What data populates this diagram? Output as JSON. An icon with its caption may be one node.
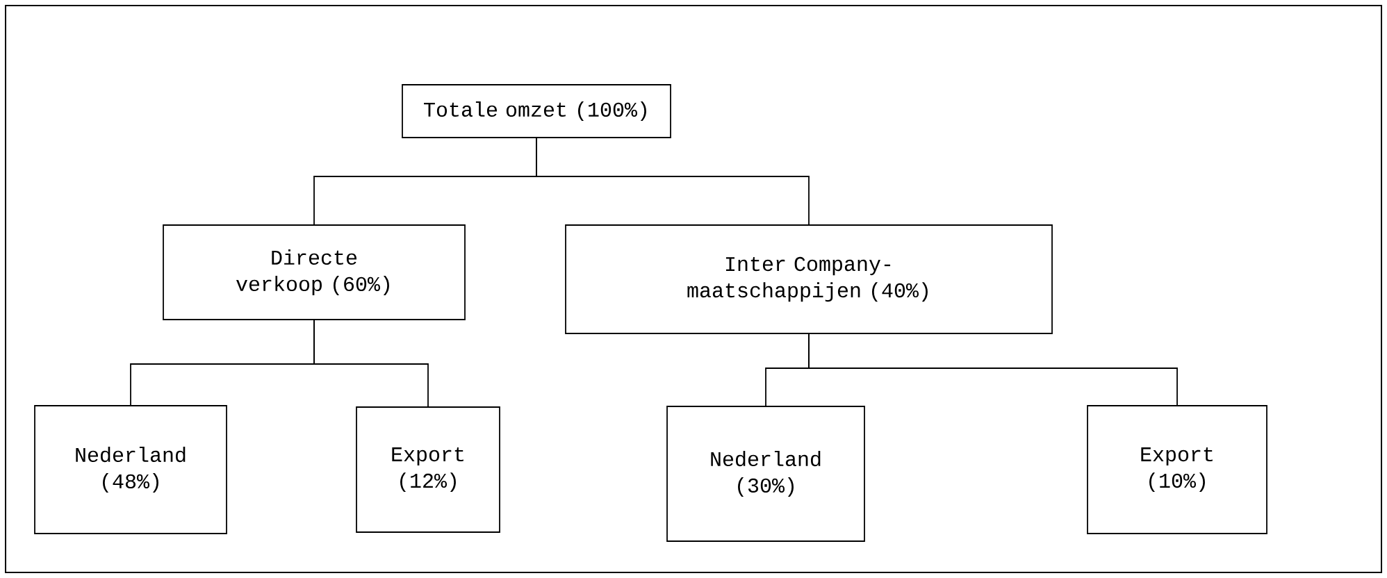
{
  "diagram": {
    "nodes": [
      {
        "text": [
          "Totale omzet (100%)"
        ]
      },
      {
        "text": [
          "Directe verkoop (60%)"
        ]
      },
      {
        "text": [
          "Inter Company-maatschappijen (40%)"
        ]
      },
      {
        "text": [
          "Nederland (48%)"
        ]
      },
      {
        "text": [
          "Export (12%)"
        ]
      },
      {
        "text": [
          "Nederland (30%)"
        ]
      },
      {
        "text": [
          "Export (10%)"
        ]
      }
    ],
    "edges": [
      {
        "from": 0,
        "to": 1,
        "arrow": "none"
      },
      {
        "from": 0,
        "to": 2,
        "arrow": "none"
      },
      {
        "from": 1,
        "to": 3,
        "arrow": "none"
      },
      {
        "from": 1,
        "to": 4,
        "arrow": "none"
      },
      {
        "from": 2,
        "to": 5,
        "arrow": "none"
      },
      {
        "from": 2,
        "to": 6,
        "arrow": "none"
      }
    ]
  }
}
